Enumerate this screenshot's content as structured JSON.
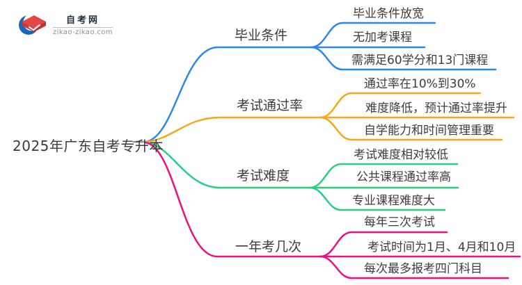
{
  "page": {
    "background": "#ffffff"
  },
  "logo": {
    "site_name": "自考网",
    "site_url": "zikao-zikao.com",
    "icon": "graduation-cap-icon",
    "icon_colors": {
      "crescent": "#1668b8",
      "cap": "#e64545",
      "cap_shade": "#cf3a36"
    }
  },
  "root": {
    "label": "2025年广东自考专升本"
  },
  "branches": [
    {
      "label": "毕业条件",
      "color": "#2B87E9",
      "children": [
        {
          "text": "毕业条件放宽"
        },
        {
          "text": "无加考课程"
        },
        {
          "text": "需满足60学分和13门课程"
        }
      ]
    },
    {
      "label": "考试通过率",
      "color": "#F7A71B",
      "children": [
        {
          "text": "通过率在10%到30%"
        },
        {
          "text": "难度降低，预计通过率提升"
        },
        {
          "text": "自学能力和时间管理重要"
        }
      ]
    },
    {
      "label": "考试难度",
      "color": "#2BCE80",
      "children": [
        {
          "text": "考试难度相对较低"
        },
        {
          "text": "公共课程通过率高"
        },
        {
          "text": "专业课程难度大"
        }
      ]
    },
    {
      "label": "一年考几次",
      "color": "#EF0F7E",
      "children": [
        {
          "text": "每年三次考试"
        },
        {
          "text": "考试时间为1月、4月和10月"
        },
        {
          "text": "每次最多报考四门科目"
        }
      ]
    }
  ]
}
